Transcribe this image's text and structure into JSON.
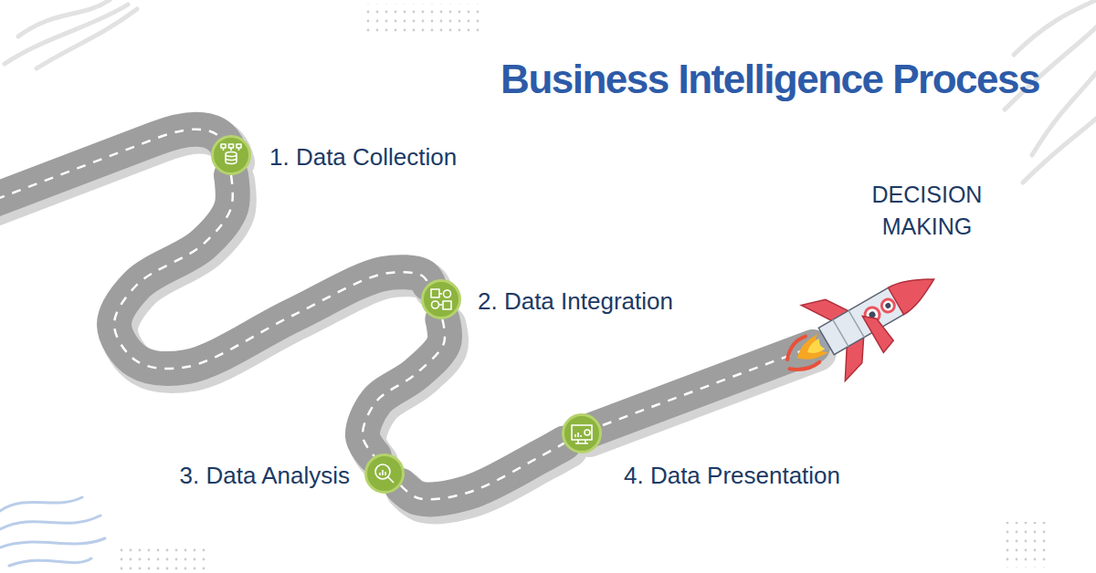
{
  "diagram": {
    "title": "Business Intelligence Process",
    "nodes": [
      {
        "text": [
          "1. Data Collection"
        ]
      },
      {
        "text": [
          "2. Data Integration"
        ]
      },
      {
        "text": [
          "3. Data Analysis"
        ]
      },
      {
        "text": [
          "4. Data Presentation"
        ]
      }
    ],
    "edges": [
      {
        "from": 0,
        "to": 1,
        "arrow": "none"
      },
      {
        "from": 1,
        "to": 2,
        "arrow": "none"
      },
      {
        "from": 2,
        "to": 3,
        "arrow": "none"
      }
    ],
    "labels": [
      "DECISION MAKING"
    ]
  }
}
